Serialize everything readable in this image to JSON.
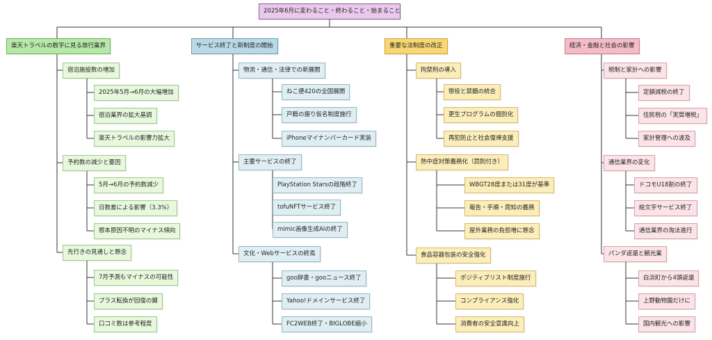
{
  "root": "2025年6月に変わること・終わること・始まること",
  "groups": [
    {
      "label": "楽天トラベルの数字に見る旅行業界",
      "subs": [
        {
          "label": "宿泊施設数の増加",
          "items": [
            "2025年5月→6月の大幅増加",
            "宿泊業界の拡大基調",
            "楽天トラベルの影響力拡大"
          ]
        },
        {
          "label": "予約数の減少と要因",
          "items": [
            "5月→6月の予約数減少",
            "日数差による影響（3.3%）",
            "根本原因不明のマイナス傾向"
          ]
        },
        {
          "label": "先行きの見通しと懸念",
          "items": [
            "7月予測もマイナスの可能性",
            "プラス転換が回復の鍵",
            "口コミ数は参考程度"
          ]
        }
      ]
    },
    {
      "label": "サービス終了と新制度の開始",
      "subs": [
        {
          "label": "物流・通信・法律での新展開",
          "items": [
            "ねこ便420の全国展開",
            "戸籍の振り仮名制度施行",
            "iPhoneマイナンバーカード実装"
          ]
        },
        {
          "label": "主要サービスの終了",
          "items": [
            "PlayStation Starsの段階終了",
            "tofuNFTサービス終了",
            "mimic画像生成AIの終了"
          ]
        },
        {
          "label": "文化・Webサービスの終焉",
          "items": [
            "goo辞書・gooニュース終了",
            "Yahoo!ドメインサービス終了",
            "FC2WEB終了・BIGLOBE縮小"
          ]
        }
      ]
    },
    {
      "label": "重要な法制度の改正",
      "subs": [
        {
          "label": "拘禁刑の導入",
          "items": [
            "懲役と禁錮の統合",
            "更生プログラムの個別化",
            "再犯防止と社会復帰支援"
          ]
        },
        {
          "label": "熱中症対策義務化（罰則付き）",
          "items": [
            "WBGT28度または31度が基準",
            "報告・手順・周知の義務",
            "屋外業務の負担増に懸念"
          ]
        },
        {
          "label": "食品容器包装の安全強化",
          "items": [
            "ポジティブリスト制度施行",
            "コンプライアンス強化",
            "消費者の安全意識向上"
          ]
        }
      ]
    },
    {
      "label": "経済・金融と社会の影響",
      "subs": [
        {
          "label": "税制と家計への影響",
          "items": [
            "定額減税の終了",
            "住民税の「実質増税」",
            "家計管理への波及"
          ]
        },
        {
          "label": "通信業界の変化",
          "items": [
            "ドコモU18割の終了",
            "絵文字サービス終了",
            "通信業界の淘汰進行"
          ]
        },
        {
          "label": "パンダ返還と観光業",
          "items": [
            "白浜町から4頭返還",
            "上野動物園だけに",
            "国内観光への影響"
          ]
        }
      ]
    }
  ]
}
